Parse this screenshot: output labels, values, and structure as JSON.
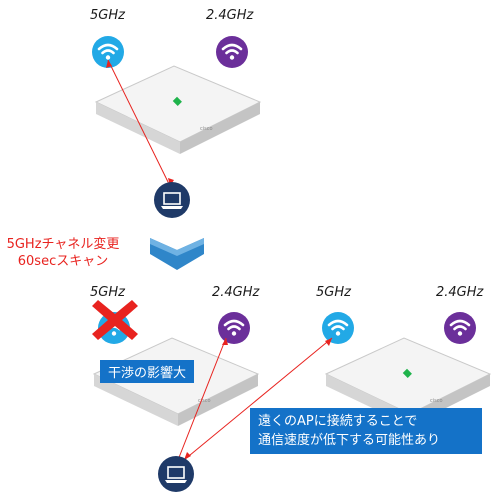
{
  "colors": {
    "band_5ghz": "#22a9e6",
    "band_24ghz": "#6b2f9a",
    "laptop": "#1f3a68",
    "connection_line": "#e8231f",
    "label_box": "#1472c8",
    "down_arrow": "#2f86c9",
    "led": "#1fb34b",
    "x_mark": "#e8231f"
  },
  "top": {
    "label_5ghz": "5GHz",
    "label_24ghz": "2.4GHz",
    "icon_5ghz": "wifi-icon",
    "icon_24ghz": "wifi-icon",
    "laptop_icon": "laptop-icon"
  },
  "transition": {
    "line1": "5GHzチャネル変更",
    "line2": "60secスキャン",
    "arrow_icon": "chevron-down-icon"
  },
  "bottom": {
    "left_ap": {
      "label_5ghz": "5GHz",
      "label_24ghz": "2.4GHz",
      "disabled_icon": "x-icon"
    },
    "right_ap": {
      "label_5ghz": "5GHz",
      "label_24ghz": "2.4GHz"
    },
    "interference_label": "干渉の影響大",
    "note_line1": "遠くのAPに接続することで",
    "note_line2": "通信速度が低下する可能性あり"
  }
}
